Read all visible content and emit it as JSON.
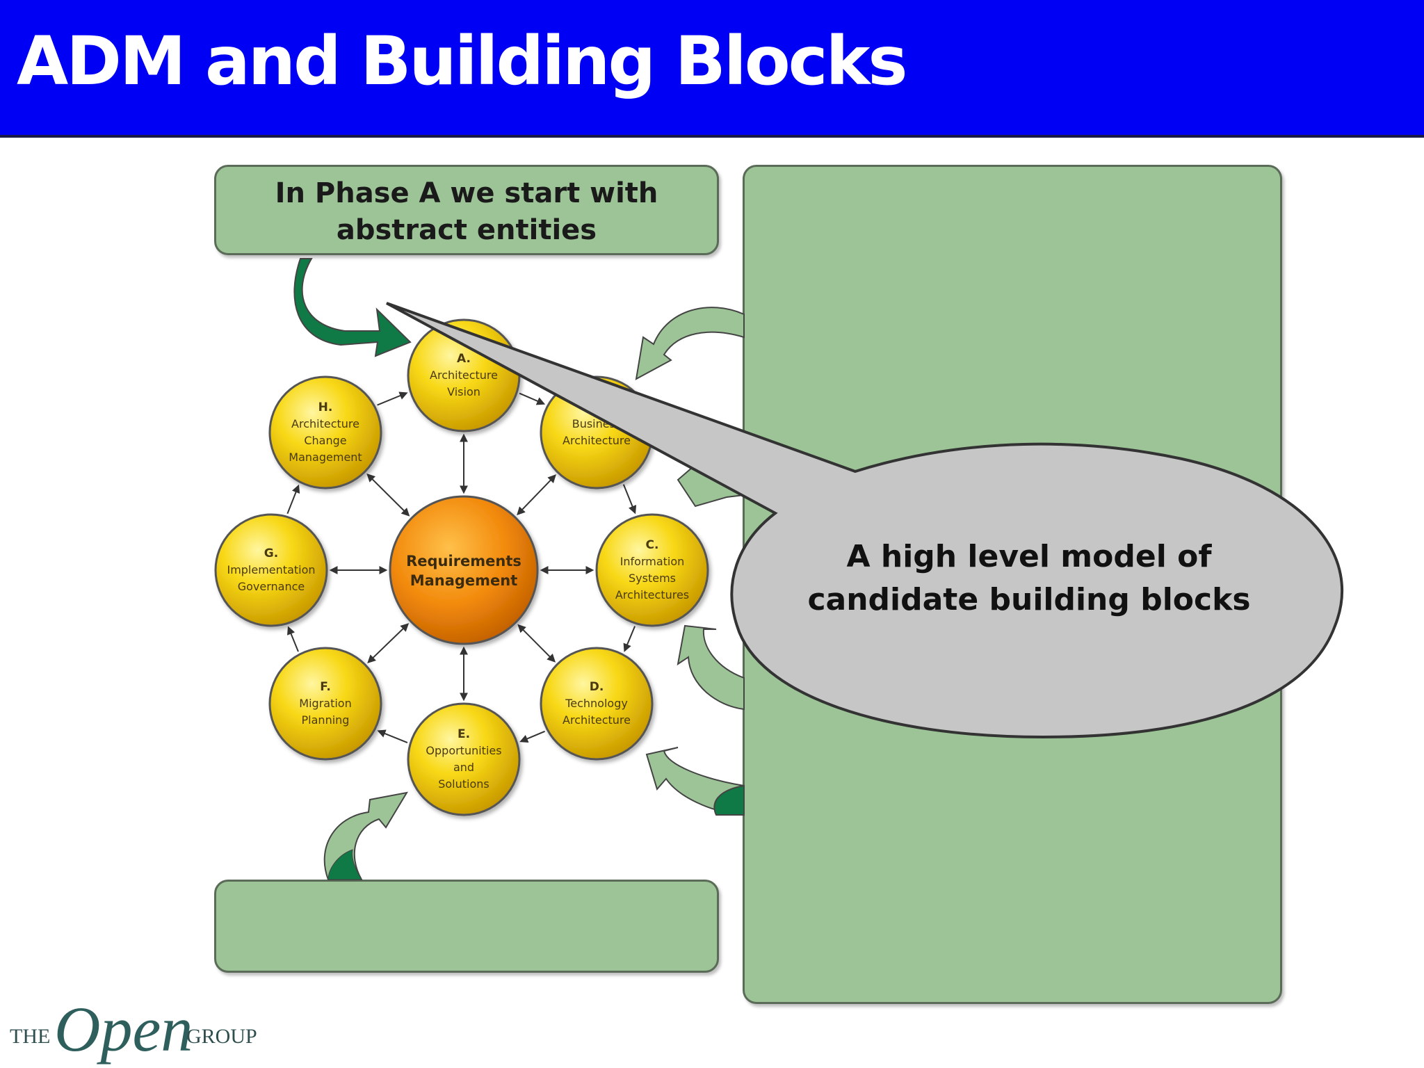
{
  "slide": {
    "title": "ADM and Building Blocks"
  },
  "top_note": {
    "line1": "In Phase A we start with",
    "line2": "abstract entities"
  },
  "callout": {
    "line1": "A high level model of",
    "line2": "candidate building blocks"
  },
  "adm_cycle": {
    "center": {
      "line1": "Requirements",
      "line2": "Management"
    },
    "phases": [
      {
        "key": "A",
        "letter": "A.",
        "lines": [
          "Architecture",
          "Vision"
        ]
      },
      {
        "key": "B",
        "letter": "",
        "lines": [
          "Business",
          "Architecture"
        ]
      },
      {
        "key": "C",
        "letter": "C.",
        "lines": [
          "Information",
          "Systems",
          "Architectures"
        ]
      },
      {
        "key": "D",
        "letter": "D.",
        "lines": [
          "Technology",
          "Architecture"
        ]
      },
      {
        "key": "E",
        "letter": "E.",
        "lines": [
          "Opportunities",
          "and",
          "Solutions"
        ]
      },
      {
        "key": "F",
        "letter": "F.",
        "lines": [
          "Migration",
          "Planning"
        ]
      },
      {
        "key": "G",
        "letter": "G.",
        "lines": [
          "Implementation",
          "Governance"
        ]
      },
      {
        "key": "H",
        "letter": "H.",
        "lines": [
          "Architecture",
          "Change",
          "Management"
        ]
      }
    ]
  },
  "logo": {
    "the": "THE",
    "open": "Open",
    "group": "GROUP"
  },
  "colors": {
    "title_bar": "#0000f4",
    "panel_green": "#9dc497",
    "arrow_dark_green": "#0f7a45",
    "phase_yellow": "#f5cf10",
    "center_orange": "#f08c0a",
    "callout_gray": "#c6c6c6"
  }
}
